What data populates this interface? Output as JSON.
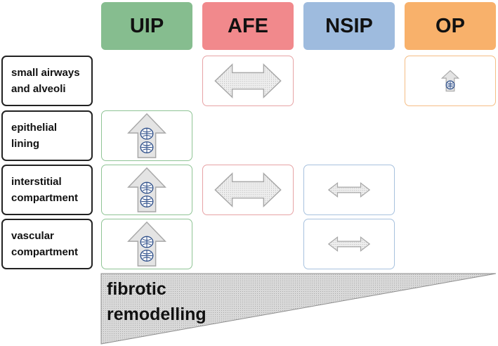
{
  "columns": [
    {
      "key": "uip",
      "label": "UIP",
      "color": "#86bd8f",
      "border": "#6faa79"
    },
    {
      "key": "afe",
      "label": "AFE",
      "color": "#f1898c",
      "border": "#d97a7d"
    },
    {
      "key": "nsip",
      "label": "NSIP",
      "color": "#9ebbde",
      "border": "#88a9d2"
    },
    {
      "key": "op",
      "label": "OP",
      "color": "#f8b16b",
      "border": "#f0a055"
    }
  ],
  "rows": [
    {
      "key": "small-airways",
      "line1": "small airways",
      "line2": "and alveoli"
    },
    {
      "key": "epithelial",
      "line1": "epithelial",
      "line2": "lining"
    },
    {
      "key": "interstitial",
      "line1": "interstitial",
      "line2": "compartment"
    },
    {
      "key": "vascular",
      "line1": "vascular",
      "line2": "compartment"
    }
  ],
  "cells": [
    {
      "row": "small-airways",
      "col": "afe",
      "symbol": "double-arrow-large"
    },
    {
      "row": "small-airways",
      "col": "op",
      "symbol": "up-arrow-small"
    },
    {
      "row": "epithelial",
      "col": "uip",
      "symbol": "up-arrow-large"
    },
    {
      "row": "interstitial",
      "col": "uip",
      "symbol": "up-arrow-large"
    },
    {
      "row": "interstitial",
      "col": "afe",
      "symbol": "double-arrow-large"
    },
    {
      "row": "interstitial",
      "col": "nsip",
      "symbol": "double-arrow-small"
    },
    {
      "row": "vascular",
      "col": "uip",
      "symbol": "up-arrow-large"
    },
    {
      "row": "vascular",
      "col": "nsip",
      "symbol": "double-arrow-small"
    }
  ],
  "remodelling": {
    "line1": "fibrotic",
    "line2": "remodelling"
  },
  "colors": {
    "arrow_fill": "#e4e4e4",
    "arrow_stroke": "#a8a8a8",
    "cell_icon": "#2e4f8a"
  }
}
